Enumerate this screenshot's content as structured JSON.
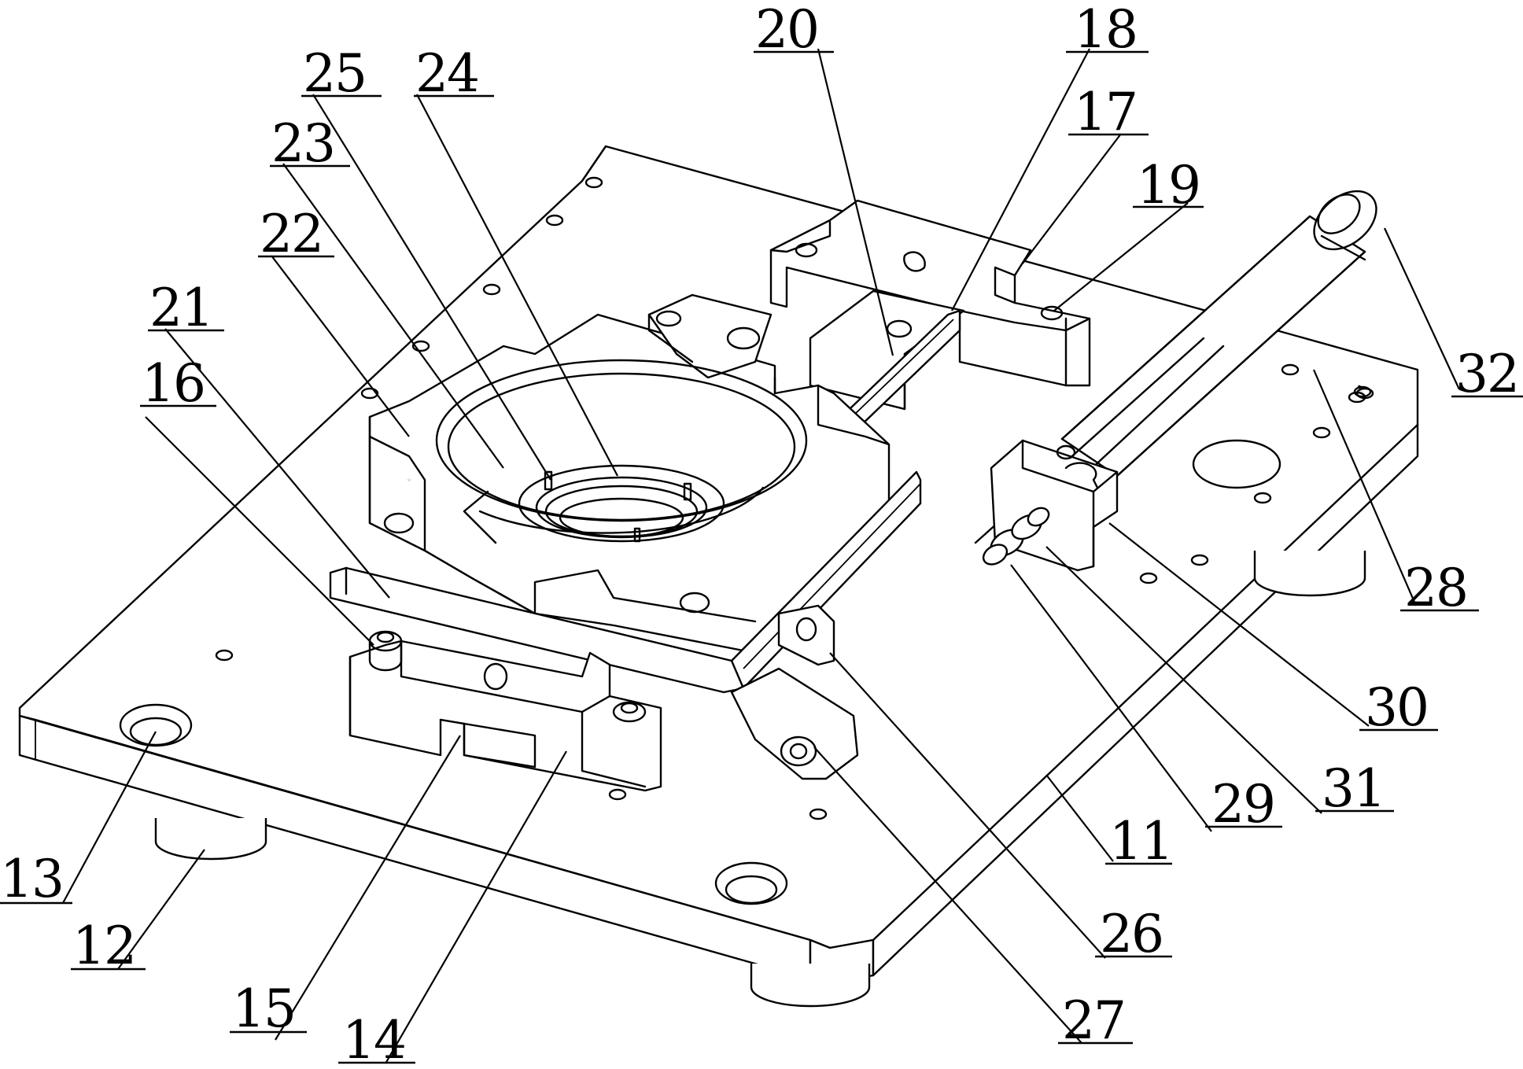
{
  "figure": {
    "callouts": [
      {
        "id": "20",
        "text": "20"
      },
      {
        "id": "18",
        "text": "18"
      },
      {
        "id": "25",
        "text": "25"
      },
      {
        "id": "24",
        "text": "24"
      },
      {
        "id": "17",
        "text": "17"
      },
      {
        "id": "23",
        "text": "23"
      },
      {
        "id": "19",
        "text": "19"
      },
      {
        "id": "22",
        "text": "22"
      },
      {
        "id": "21",
        "text": "21"
      },
      {
        "id": "32",
        "text": "32"
      },
      {
        "id": "16",
        "text": "16"
      },
      {
        "id": "28",
        "text": "28"
      },
      {
        "id": "30",
        "text": "30"
      },
      {
        "id": "31",
        "text": "31"
      },
      {
        "id": "29",
        "text": "29"
      },
      {
        "id": "11",
        "text": "11"
      },
      {
        "id": "13",
        "text": "13"
      },
      {
        "id": "12",
        "text": "12"
      },
      {
        "id": "26",
        "text": "26"
      },
      {
        "id": "15",
        "text": "15"
      },
      {
        "id": "27",
        "text": "27"
      },
      {
        "id": "14",
        "text": "14"
      }
    ]
  }
}
